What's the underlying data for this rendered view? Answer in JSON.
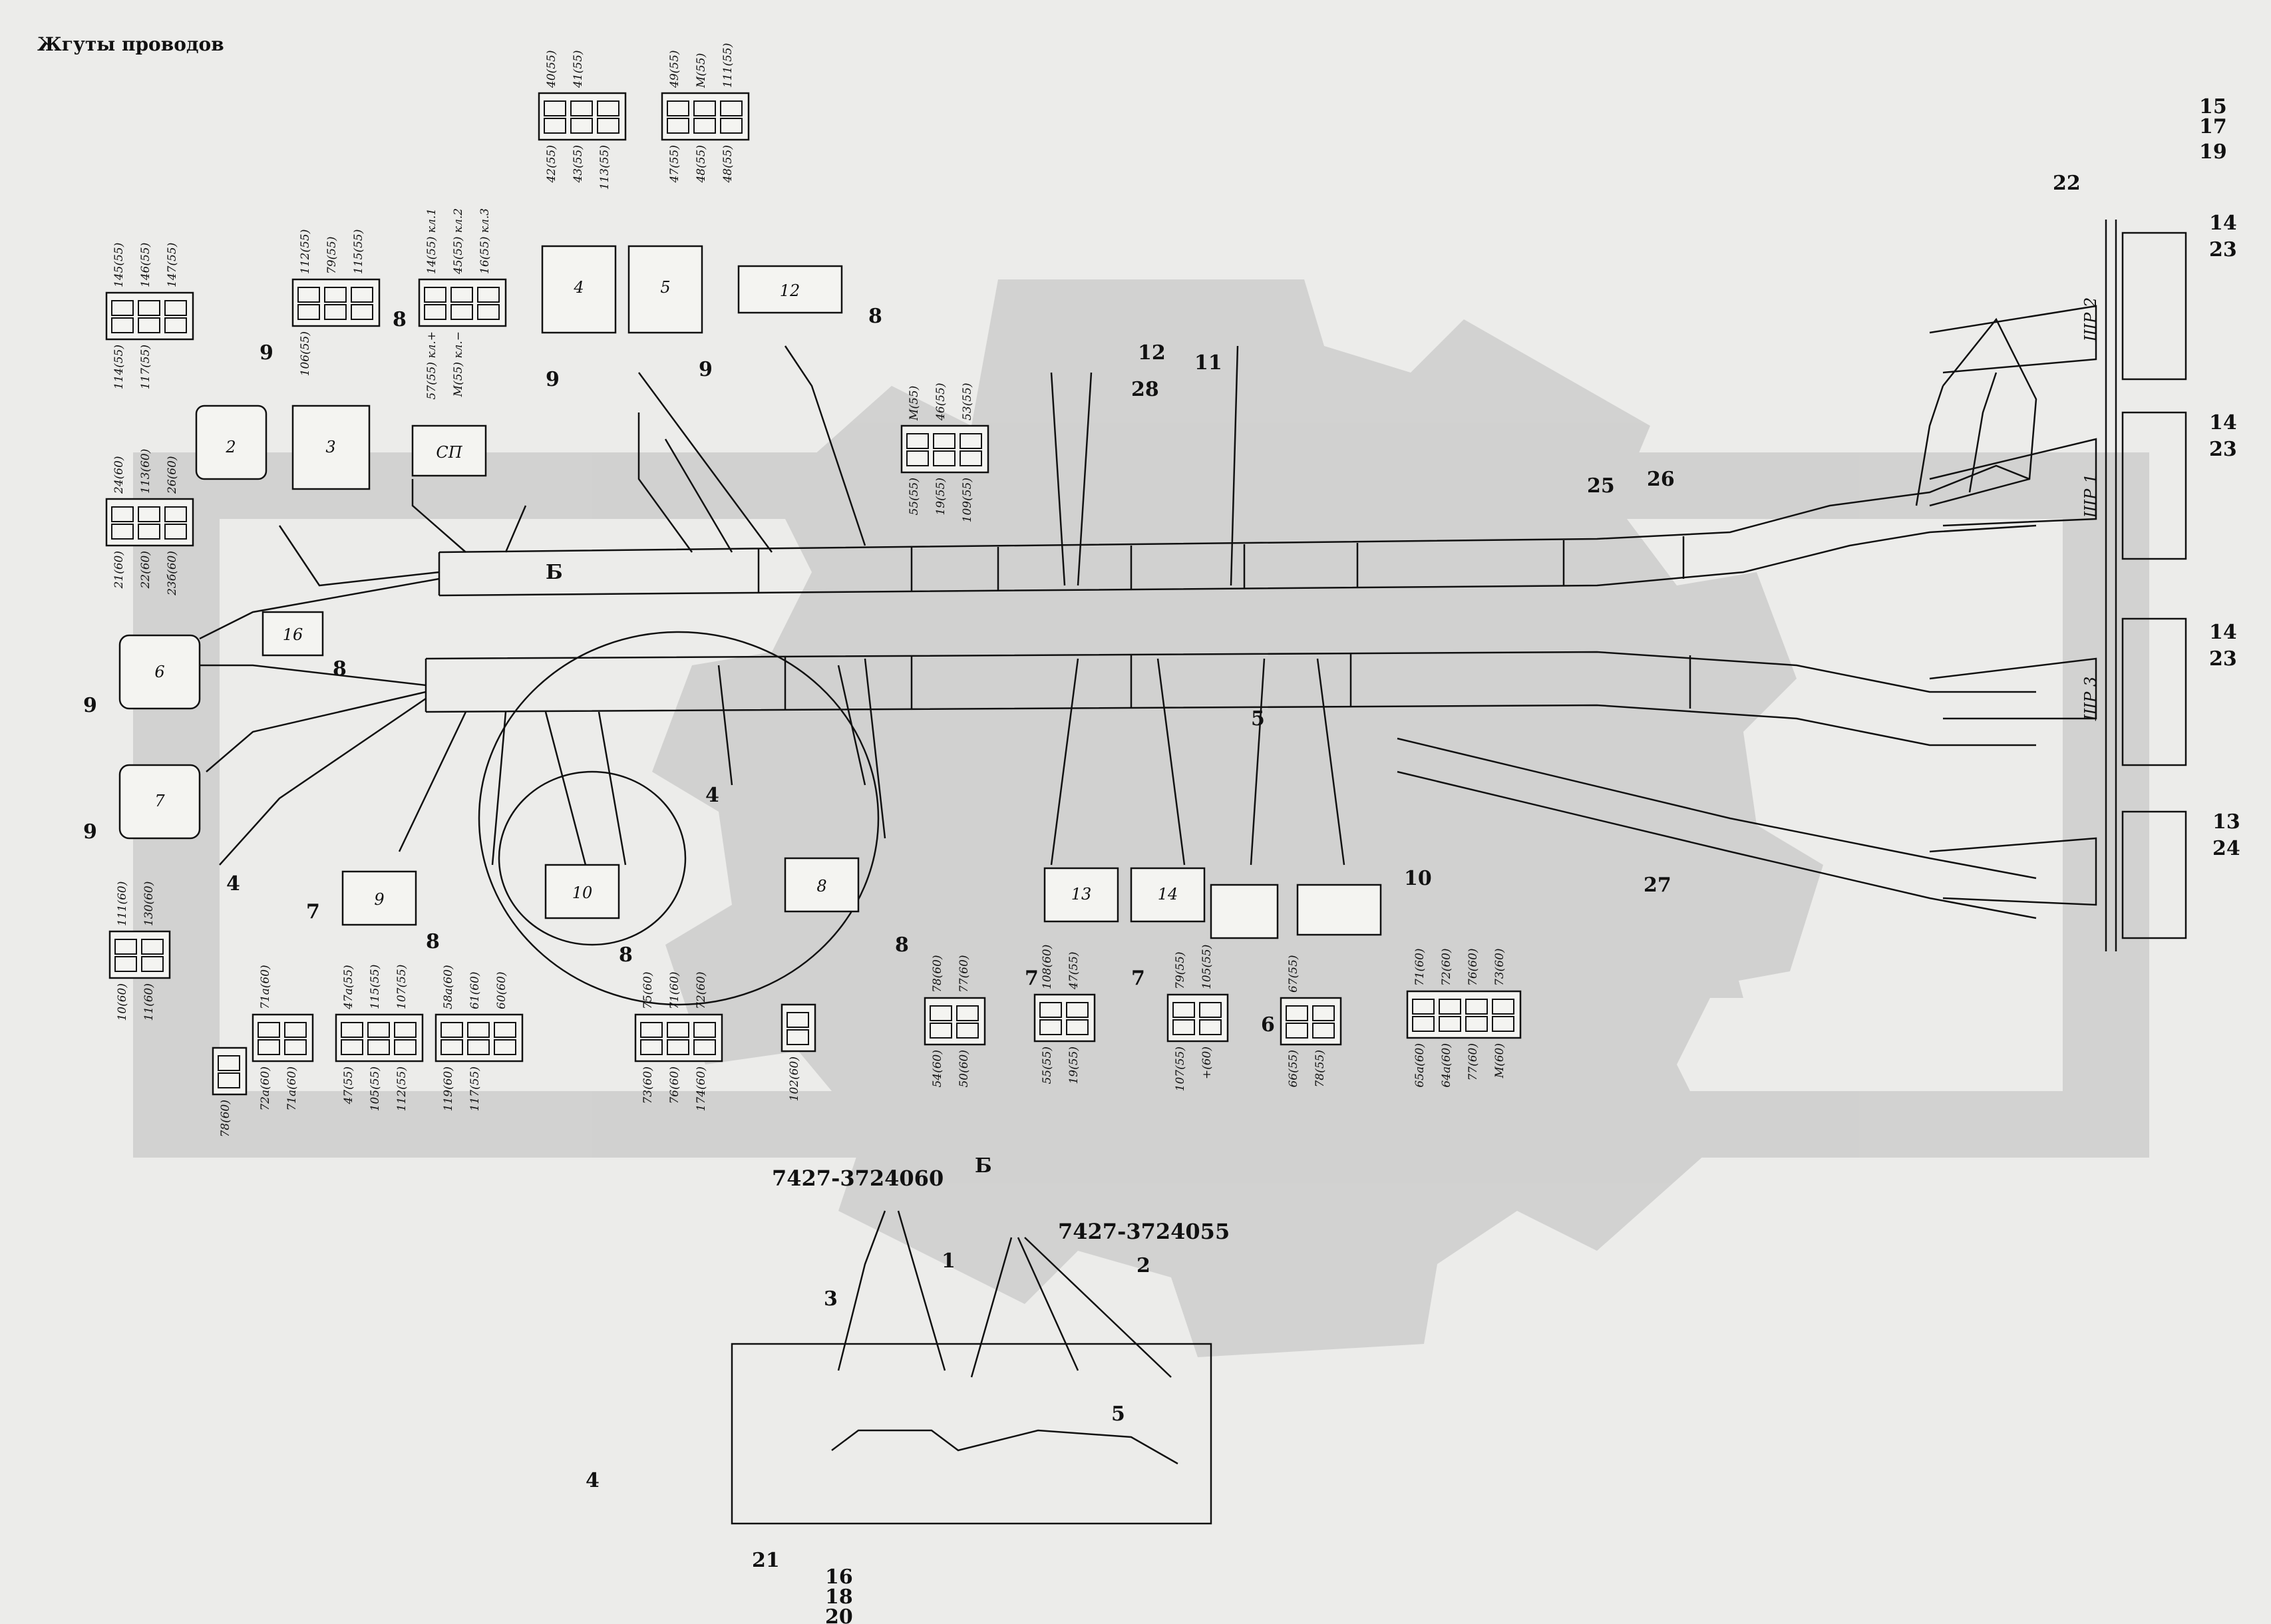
{
  "page": {
    "title": "Жгуты проводов",
    "view_label": "Б"
  },
  "part_numbers": [
    "7427-3724060",
    "7427-3724055"
  ],
  "connectors": [
    {
      "id": "c114",
      "pins_top": [
        "145(55)",
        "146(55)",
        "147(55)"
      ],
      "pins_bottom": [
        "114(55)",
        "117(55)"
      ]
    },
    {
      "id": "c112",
      "pins_top": [
        "112(55)",
        "79(55)",
        "115(55)"
      ],
      "pins_bottom": [
        "106(55)"
      ]
    },
    {
      "id": "csp",
      "pins_top": [
        "14(55) кл.1",
        "45(55) кл.2",
        "16(55) кл.3"
      ],
      "pins_bottom": [
        "57(55) кл.+",
        "М(55) кл.−"
      ]
    },
    {
      "id": "c4",
      "pins_top": [
        "40(55)",
        "41(55)"
      ],
      "pins_bottom": [
        "42(55)",
        "43(55)",
        "113(55)"
      ]
    },
    {
      "id": "c5",
      "pins_top": [
        "49(55)",
        "М(55)",
        "111(55)"
      ],
      "pins_bottom": [
        "47(55)",
        "48(55)",
        "48(55)"
      ]
    },
    {
      "id": "c24",
      "pins_top": [
        "24(60)",
        "113(60)",
        "26(60)"
      ],
      "pins_bottom": [
        "21(60)",
        "22(60)",
        "23б(60)"
      ]
    },
    {
      "id": "c12",
      "pins_top": [
        "М(55)",
        "46(55)",
        "53(55)"
      ],
      "pins_bottom": [
        "55(55)",
        "19(55)",
        "109(55)"
      ]
    },
    {
      "id": "c11",
      "pins_top": [
        "111(60)",
        "130(60)"
      ],
      "pins_bottom": [
        "10(60)",
        "11(60)"
      ]
    },
    {
      "id": "c71",
      "pins_top": [
        "71а(60)"
      ],
      "pins_bottom": [
        "72а(60)",
        "71а(60)"
      ]
    },
    {
      "id": "c47",
      "pins_top": [
        "47а(55)",
        "115(55)",
        "107(55)"
      ],
      "pins_bottom": [
        "47(55)",
        "105(55)",
        "112(55)"
      ]
    },
    {
      "id": "c58",
      "pins_top": [
        "58а(60)",
        "61(60)",
        "60(60)"
      ],
      "pins_bottom": [
        "119(60)",
        "117(55)"
      ]
    },
    {
      "id": "c73",
      "pins_top": [
        "75(60)",
        "71(60)",
        "72(60)"
      ],
      "pins_bottom": [
        "73(60)",
        "76(60)",
        "174(60)"
      ]
    },
    {
      "id": "c54",
      "pins_top": [
        "78(60)",
        "77(60)"
      ],
      "pins_bottom": [
        "54(60)",
        "50(60)"
      ]
    },
    {
      "id": "c13",
      "pins_top": [
        "108(60)",
        "47(55)"
      ],
      "pins_bottom": [
        "55(55)",
        "19(55)"
      ]
    },
    {
      "id": "c14",
      "pins_top": [
        "79(55)",
        "105(55)"
      ],
      "pins_bottom": [
        "107(55)",
        "+(60)"
      ]
    },
    {
      "id": "c66",
      "pins_top": [
        "67(55)"
      ],
      "pins_bottom": [
        "66(55)",
        "78(55)"
      ]
    },
    {
      "id": "c10",
      "pins_top": [
        "71(60)",
        "72(60)",
        "76(60)",
        "73(60)"
      ],
      "pins_bottom": [
        "65а(60)",
        "64а(60)",
        "77(60)",
        "М(60)"
      ]
    },
    {
      "id": "c78",
      "pins_top": [],
      "pins_bottom": [
        "78(60)"
      ]
    },
    {
      "id": "c102",
      "pins_top": [],
      "pins_bottom": [
        "102(60)"
      ]
    }
  ],
  "box_labels": {
    "b2": "2",
    "b3": "3",
    "bsp": "СП",
    "b4": "4",
    "b5": "5",
    "b12": "12",
    "b16": "16",
    "b6": "6",
    "b7": "7",
    "b9": "9",
    "b10": "10",
    "b8": "8",
    "b13": "13",
    "b14": "14",
    "shr1": "ШР 1",
    "shr2": "ШР 2",
    "shr3": "ШР 3"
  },
  "callouts": [
    "1",
    "2",
    "3",
    "4",
    "5",
    "6",
    "7",
    "8",
    "9",
    "10",
    "11",
    "12",
    "13",
    "14",
    "15",
    "16",
    "17",
    "18",
    "19",
    "20",
    "21",
    "22",
    "23",
    "24",
    "25",
    "26",
    "27",
    "28"
  ]
}
